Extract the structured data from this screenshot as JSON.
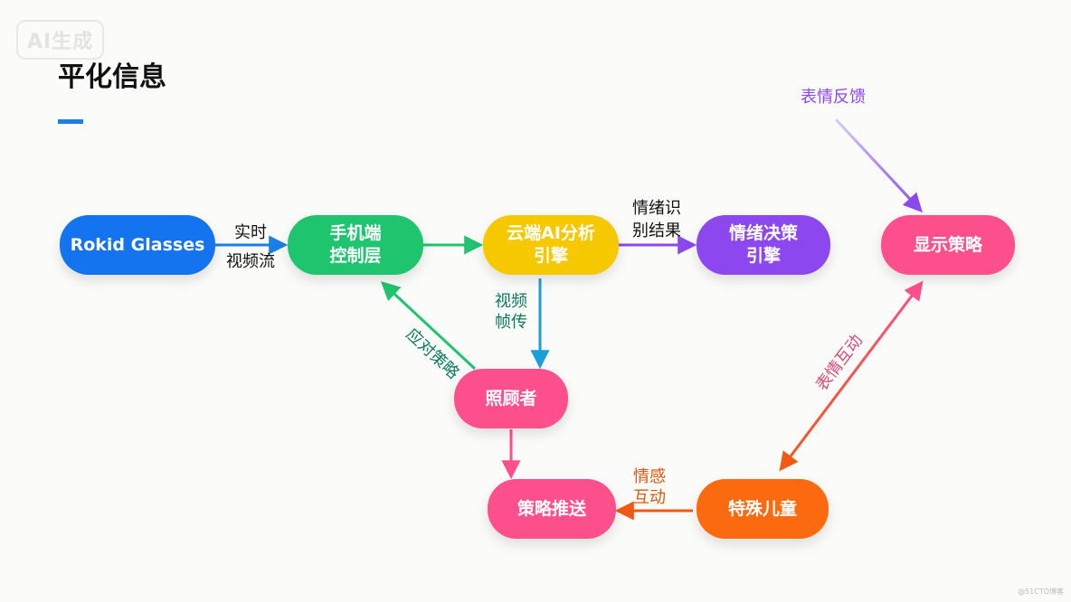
{
  "watermark": "AI生成",
  "title": "平化信息",
  "credit": "@51CTO博客",
  "nodes": {
    "rokid": {
      "label": "Rokid Glasses",
      "color": "#1473ee"
    },
    "phone": {
      "label": "手机端\n控制层",
      "color": "#1fc46e"
    },
    "cloud": {
      "label": "云端AI分析\n引擎",
      "color": "#f5c800"
    },
    "emotion_engine": {
      "label": "情绪决策\n引擎",
      "color": "#8c47ee"
    },
    "display": {
      "label": "显示策略",
      "color": "#fc4f8c"
    },
    "caregiver": {
      "label": "照顾者",
      "color": "#fc4f8c"
    },
    "push": {
      "label": "策略推送",
      "color": "#fc4f8c"
    },
    "child": {
      "label": "特殊儿童",
      "color": "#fb6a0e"
    }
  },
  "labels": {
    "realtime_video": "实时\n视频流",
    "emotion_result": "情绪识\n别结果",
    "video_frame": "视频\n帧传",
    "response_strategy": "应对策略",
    "expression_feedback": "表情反馈",
    "expression_interaction": "表情互动",
    "emotional_interaction": "情感\n互动"
  },
  "colors": {
    "blue_edge": "#1a7fe8",
    "green_edge": "#1fc46e",
    "purple_edge": "#8c47ee",
    "orange_edge": "#f05a14",
    "pink_edge": "#fc4f8c",
    "teal_text": "#0b7a5a"
  }
}
